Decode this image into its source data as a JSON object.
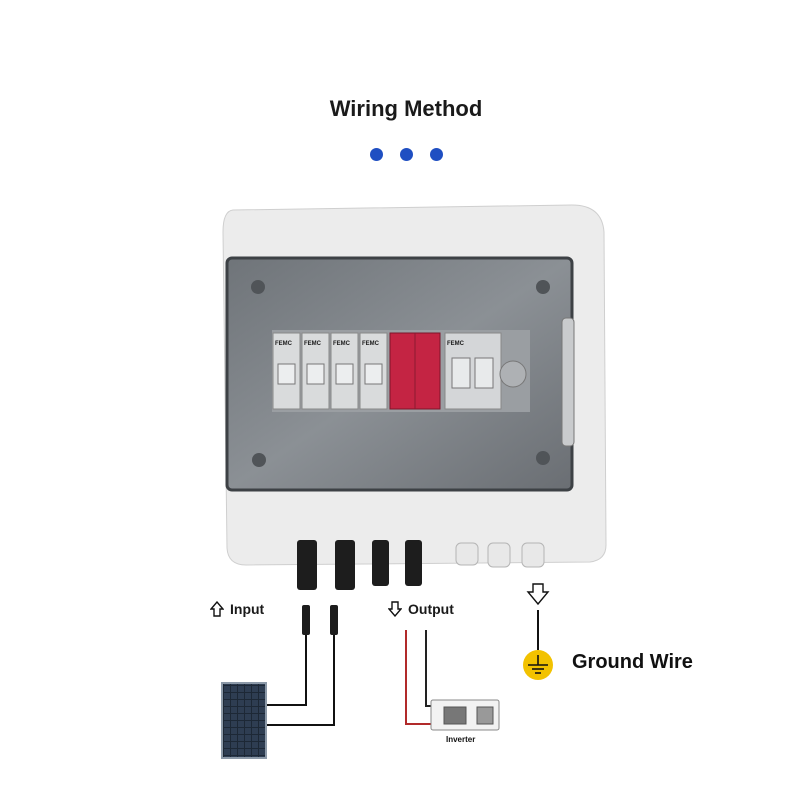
{
  "title": "Wiring Method",
  "labels": {
    "input": "Input",
    "output": "Output",
    "ground": "Ground Wire",
    "inverter": "Inverter"
  },
  "breaker_brand": "FEMC",
  "icons": {
    "input_arrow": "up-arrow-icon",
    "output_arrow": "down-arrow-icon",
    "ground_arrow": "down-arrow-icon",
    "ground_symbol": "ground-symbol-icon"
  },
  "colors": {
    "accent_dots": "#1f4fc2",
    "spd_module": "#c42443",
    "ground_badge": "#f2c200",
    "output_wire": "#b12a2a"
  }
}
